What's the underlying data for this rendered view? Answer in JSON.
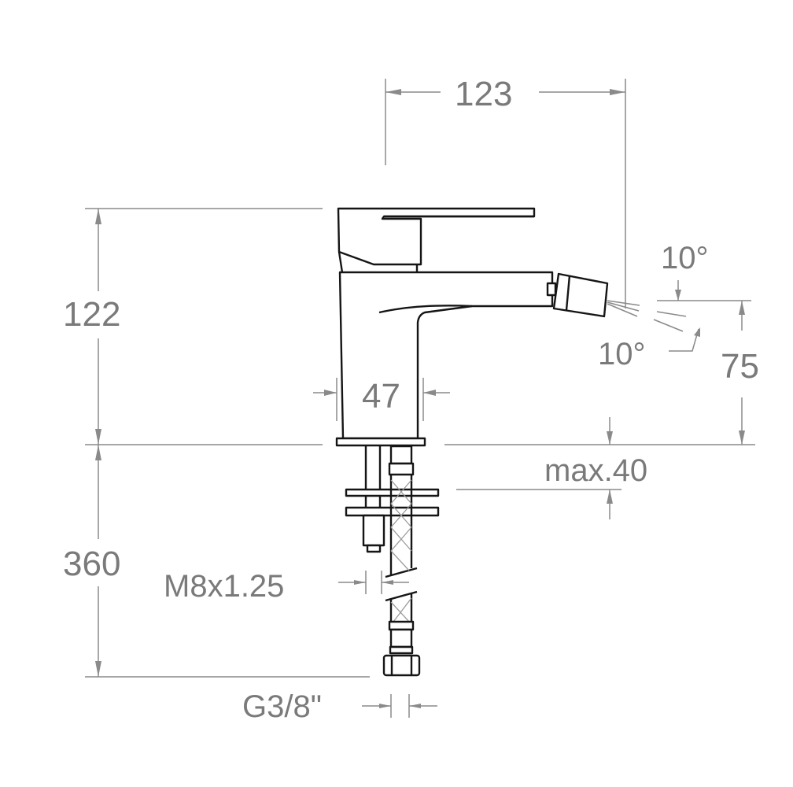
{
  "title": "Bidet mixer dimension drawing",
  "dimensions": {
    "spout_reach": "123",
    "height": "122",
    "body_width": "47",
    "angle_up": "10°",
    "angle_down": "10°",
    "spout_height": "75",
    "max_thickness": "max.40",
    "hose_length": "360",
    "thread": "M8x1.25",
    "connection": "G3/8\""
  },
  "colors": {
    "dimension": "#8a8a8a",
    "outline": "#151515",
    "text": "#7a7a7a"
  }
}
